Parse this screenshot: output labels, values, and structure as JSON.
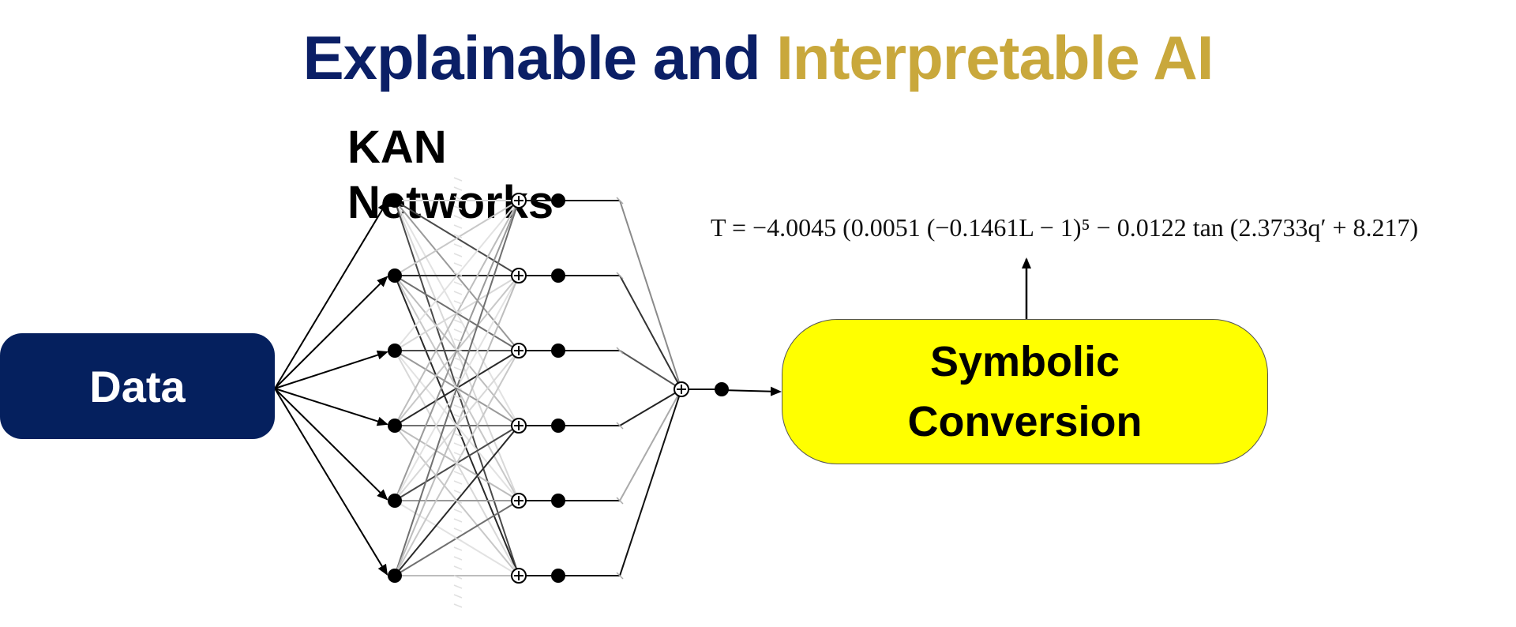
{
  "title": {
    "part1": "Explainable and ",
    "part2": "Interpretable AI",
    "color1": "#0b1f66",
    "color2": "#c9a83c"
  },
  "subtitle": "KAN Networks",
  "data_box": {
    "label": "Data",
    "color": "#05205e"
  },
  "symbolic_box": {
    "line1": "Symbolic",
    "line2": "Conversion",
    "color": "#ffff00"
  },
  "formula": "T = −4.0045 (0.0051 (−0.1461L − 1)⁵ − 0.0122 tan (2.3733q′ + 8.217)",
  "network": {
    "input_nodes": 6,
    "hidden_sum_nodes": 6,
    "output_sum_nodes": 1
  }
}
